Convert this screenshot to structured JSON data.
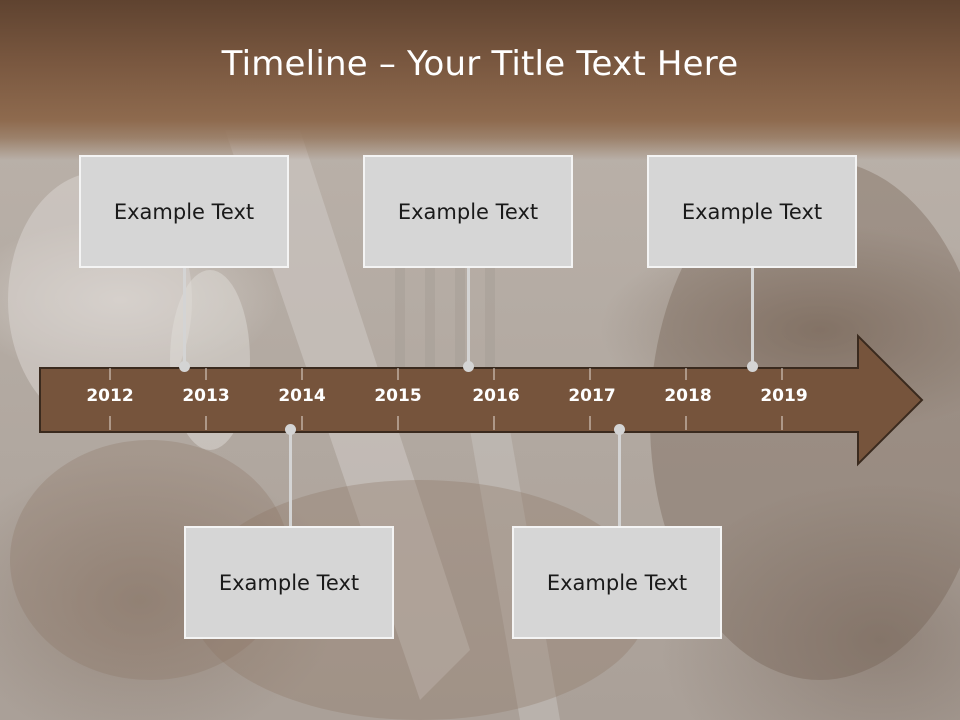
{
  "slide": {
    "title": "Timeline – Your Title Text Here"
  },
  "timeline": {
    "years": [
      "2012",
      "2013",
      "2014",
      "2015",
      "2016",
      "2017",
      "2018",
      "2019"
    ],
    "callouts": [
      {
        "text": "Example Text"
      },
      {
        "text": "Example Text"
      },
      {
        "text": "Example Text"
      },
      {
        "text": "Example Text"
      },
      {
        "text": "Example Text"
      }
    ]
  },
  "colors": {
    "arrow_fill": "#76543c",
    "arrow_stroke": "#3a2a1e",
    "title_band": "#6b4c36",
    "callout_fill": "#d6d6d6"
  }
}
